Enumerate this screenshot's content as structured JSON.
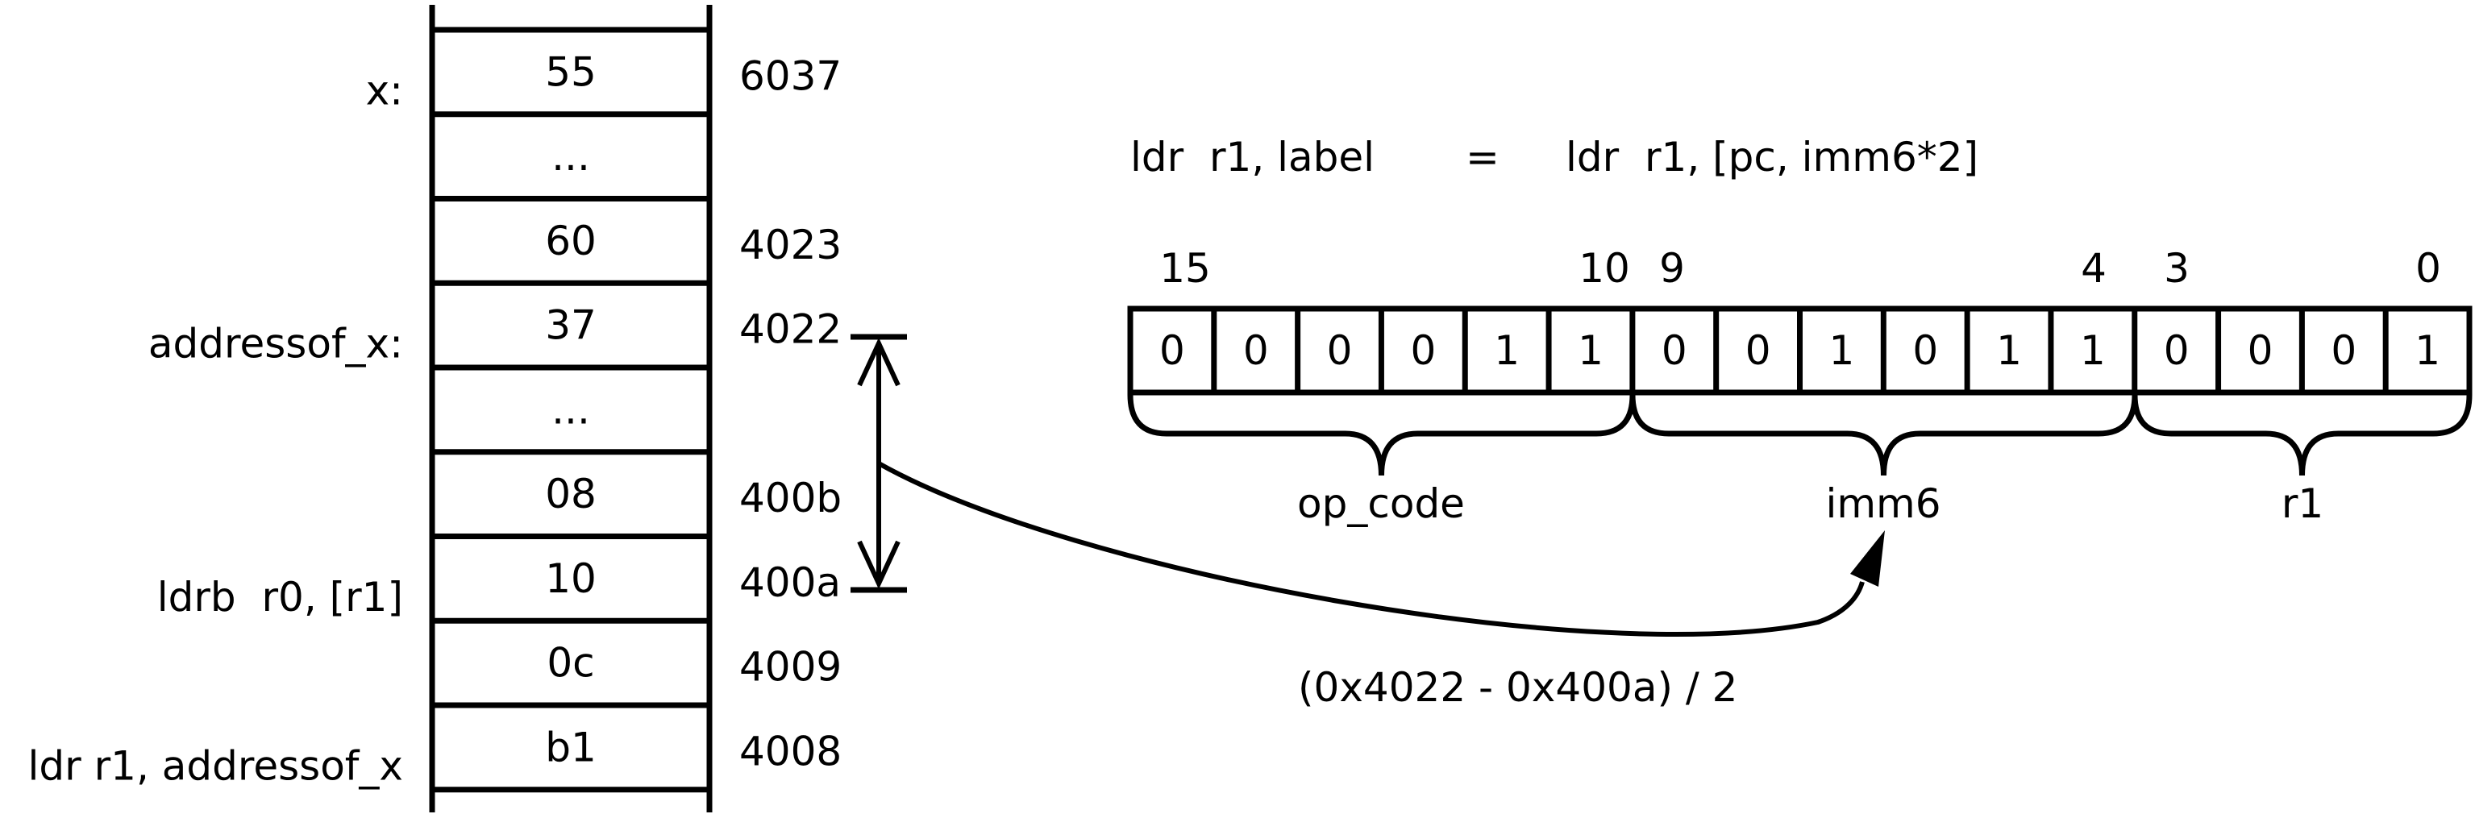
{
  "memory": {
    "cells": [
      {
        "value": "55",
        "address": "6037",
        "label": "x:"
      },
      {
        "value": "...",
        "address": "",
        "label": ""
      },
      {
        "value": "60",
        "address": "4023",
        "label": ""
      },
      {
        "value": "37",
        "address": "4022",
        "label": "addressof_x:"
      },
      {
        "value": "...",
        "address": "",
        "label": ""
      },
      {
        "value": "08",
        "address": "400b",
        "label": ""
      },
      {
        "value": "10",
        "address": "400a",
        "label": "ldrb  r0, [r1]"
      },
      {
        "value": "0c",
        "address": "4009",
        "label": ""
      },
      {
        "value": "b1",
        "address": "4008",
        "label": "ldr r1, addressof_x"
      }
    ]
  },
  "encoding": {
    "instruction": "ldr  r1, label",
    "equals": "=",
    "equivalent": "ldr  r1, [pc, imm6*2]",
    "bit_positions": [
      "15",
      "10",
      "9",
      "4",
      "3",
      "0"
    ],
    "bits": [
      "0",
      "0",
      "0",
      "0",
      "1",
      "1",
      "0",
      "0",
      "1",
      "0",
      "1",
      "1",
      "0",
      "0",
      "0",
      "1"
    ],
    "fields": [
      "op_code",
      "imm6",
      "r1"
    ]
  },
  "offset_formula": "(0x4022 - 0x400a) / 2",
  "colors": {
    "ink": "#000000",
    "background": "#ffffff"
  }
}
